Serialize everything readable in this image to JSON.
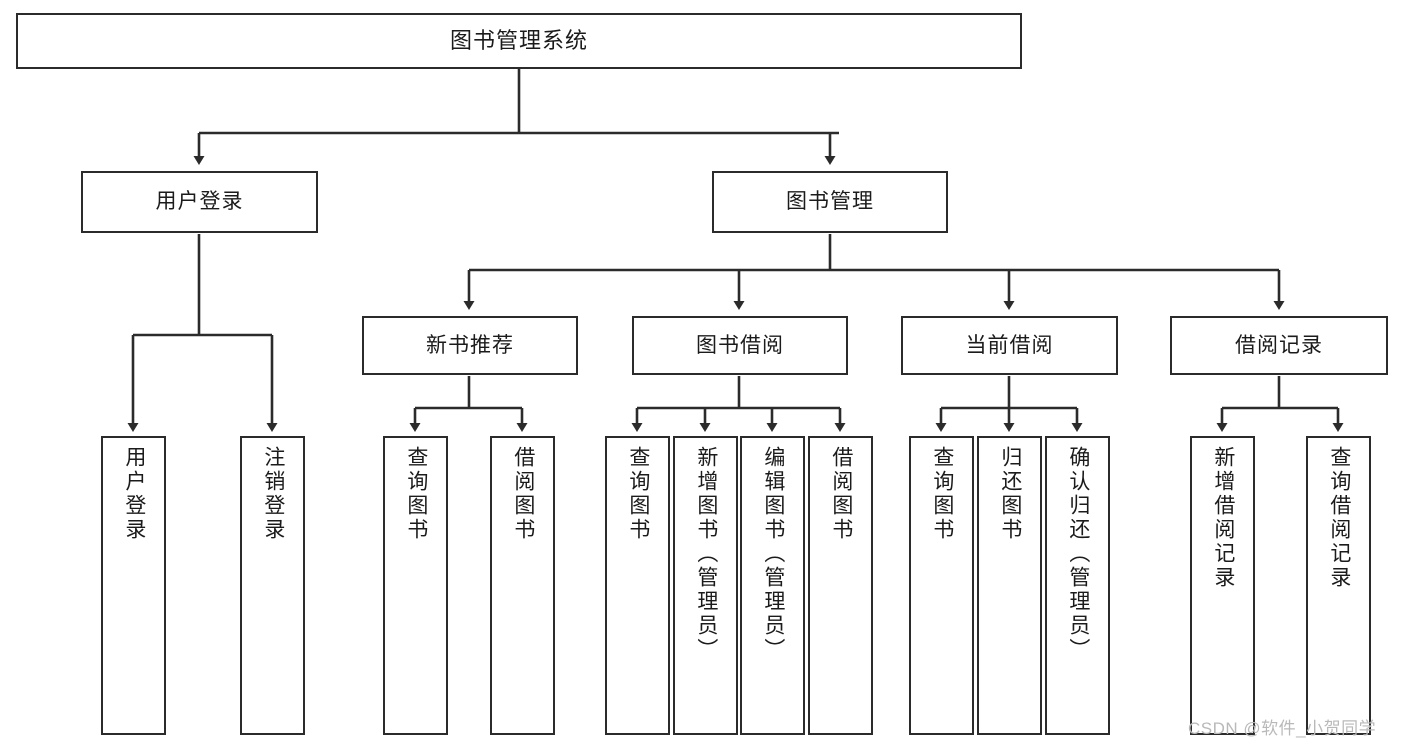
{
  "diagram": {
    "title": "图书管理系统",
    "type": "tree",
    "watermark": "CSDN @软件_小贺同学",
    "colors": {
      "box_border": "#2b2b2b",
      "box_fill": "#ffffff",
      "edge": "#2b2b2b",
      "text": "#1b1b1b",
      "watermark": "#b9b9b9",
      "background": "#ffffff"
    },
    "nodes": {
      "root": {
        "label": "图书管理系统",
        "level": 1,
        "orientation": "horizontal"
      },
      "user_login": {
        "label": "用户登录",
        "level": 2,
        "orientation": "horizontal"
      },
      "book_manage": {
        "label": "图书管理",
        "level": 2,
        "orientation": "horizontal"
      },
      "new_book_rec": {
        "label": "新书推荐",
        "level": 3,
        "orientation": "horizontal"
      },
      "book_borrow": {
        "label": "图书借阅",
        "level": 3,
        "orientation": "horizontal"
      },
      "current_borrow": {
        "label": "当前借阅",
        "level": 3,
        "orientation": "horizontal"
      },
      "borrow_record": {
        "label": "借阅记录",
        "level": 3,
        "orientation": "horizontal"
      },
      "leaf_user_login": {
        "label": "用户登录",
        "level": 4,
        "orientation": "vertical"
      },
      "leaf_logout": {
        "label": "注销登录",
        "level": 4,
        "orientation": "vertical"
      },
      "leaf_rec_query": {
        "label": "查询图书",
        "level": 4,
        "orientation": "vertical"
      },
      "leaf_rec_borrow": {
        "label": "借阅图书",
        "level": 4,
        "orientation": "vertical"
      },
      "leaf_bb_query": {
        "label": "查询图书",
        "level": 4,
        "orientation": "vertical"
      },
      "leaf_bb_add": {
        "label": "新增图书（管理员）",
        "level": 4,
        "orientation": "vertical"
      },
      "leaf_bb_edit": {
        "label": "编辑图书（管理员）",
        "level": 4,
        "orientation": "vertical"
      },
      "leaf_bb_borrow": {
        "label": "借阅图书",
        "level": 4,
        "orientation": "vertical"
      },
      "leaf_cb_query": {
        "label": "查询图书",
        "level": 4,
        "orientation": "vertical"
      },
      "leaf_cb_return": {
        "label": "归还图书",
        "level": 4,
        "orientation": "vertical"
      },
      "leaf_cb_confirm": {
        "label": "确认归还（管理员）",
        "level": 4,
        "orientation": "vertical"
      },
      "leaf_br_add": {
        "label": "新增借阅记录",
        "level": 4,
        "orientation": "vertical"
      },
      "leaf_br_query": {
        "label": "查询借阅记录",
        "level": 4,
        "orientation": "vertical"
      }
    },
    "edges": [
      {
        "from": "root",
        "to": "user_login"
      },
      {
        "from": "root",
        "to": "book_manage"
      },
      {
        "from": "book_manage",
        "to": "new_book_rec"
      },
      {
        "from": "book_manage",
        "to": "book_borrow"
      },
      {
        "from": "book_manage",
        "to": "current_borrow"
      },
      {
        "from": "book_manage",
        "to": "borrow_record"
      },
      {
        "from": "user_login",
        "to": "leaf_user_login"
      },
      {
        "from": "user_login",
        "to": "leaf_logout"
      },
      {
        "from": "new_book_rec",
        "to": "leaf_rec_query"
      },
      {
        "from": "new_book_rec",
        "to": "leaf_rec_borrow"
      },
      {
        "from": "book_borrow",
        "to": "leaf_bb_query"
      },
      {
        "from": "book_borrow",
        "to": "leaf_bb_add"
      },
      {
        "from": "book_borrow",
        "to": "leaf_bb_edit"
      },
      {
        "from": "book_borrow",
        "to": "leaf_bb_borrow"
      },
      {
        "from": "current_borrow",
        "to": "leaf_cb_query"
      },
      {
        "from": "current_borrow",
        "to": "leaf_cb_return"
      },
      {
        "from": "current_borrow",
        "to": "leaf_cb_confirm"
      },
      {
        "from": "borrow_record",
        "to": "leaf_br_add"
      },
      {
        "from": "borrow_record",
        "to": "leaf_br_query"
      }
    ]
  }
}
